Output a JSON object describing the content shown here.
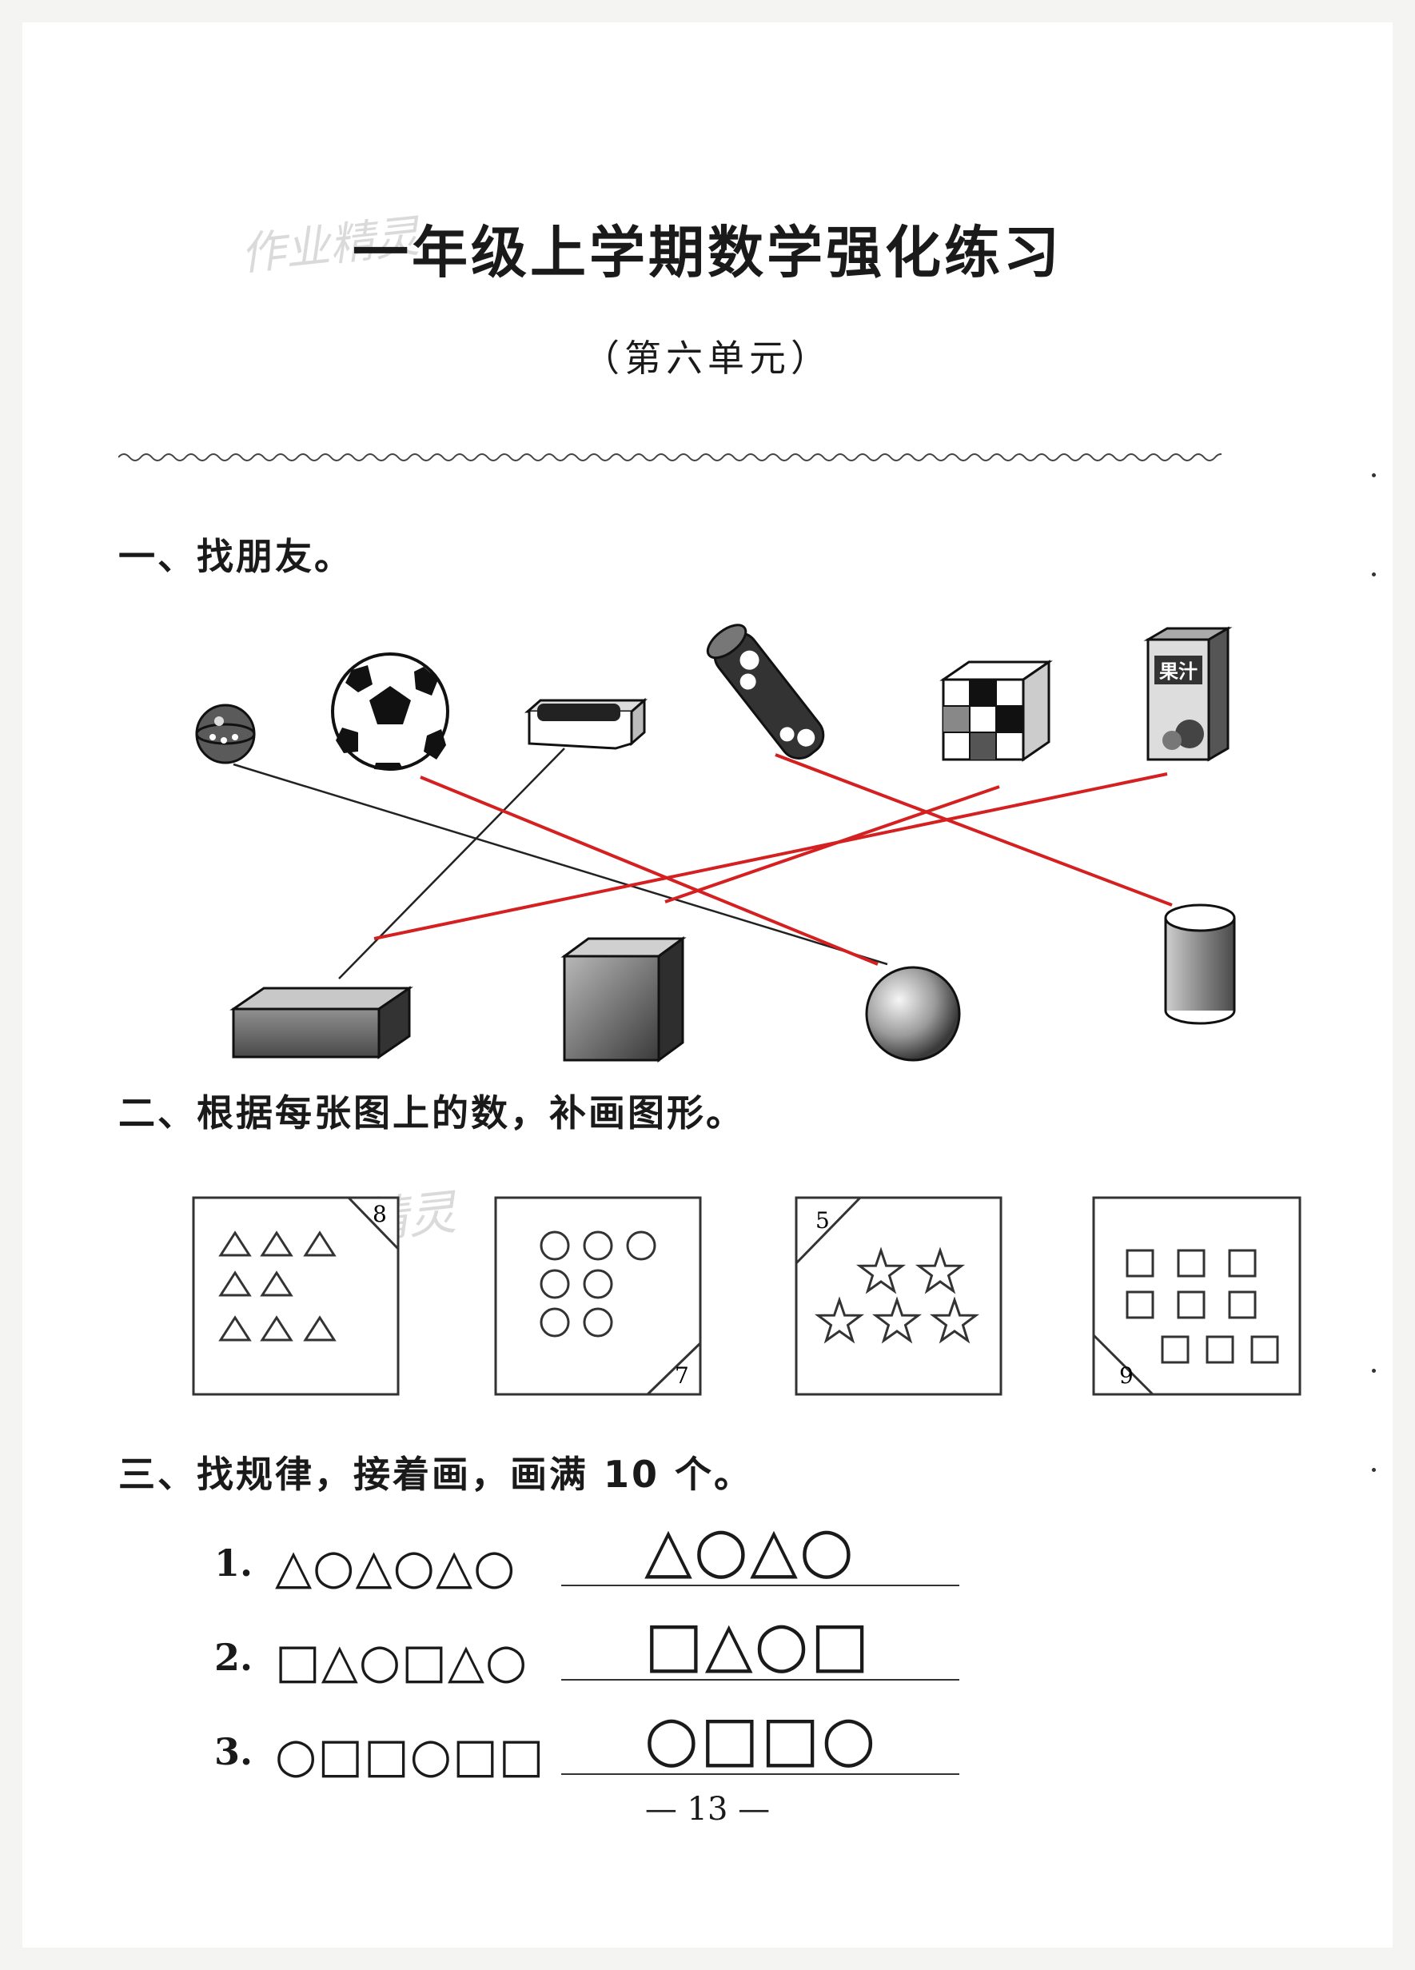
{
  "title": "一年级上学期数学强化练习",
  "subtitle": "（第六单元）",
  "watermark": "作业精灵",
  "section1": {
    "heading": "一、找朋友。",
    "juice_label": "果汁"
  },
  "section2": {
    "heading": "二、根据每张图上的数，补画图形。",
    "boxes": [
      {
        "number": "8",
        "shape": "triangle",
        "drawn": 8
      },
      {
        "number": "7",
        "shape": "circle",
        "drawn": 7
      },
      {
        "number": "5",
        "shape": "star",
        "drawn": 5
      },
      {
        "number": "9",
        "shape": "square",
        "drawn": 9
      }
    ]
  },
  "section3": {
    "heading": "三、找规律，接着画，画满 10 个。",
    "items": [
      {
        "number": "1.",
        "sequence": "△○△○△○",
        "answer": "△○△○"
      },
      {
        "number": "2.",
        "sequence": "□△○□△○",
        "answer": "□△○□"
      },
      {
        "number": "3.",
        "sequence": "○□□○□□",
        "answer": "○□□○"
      }
    ]
  },
  "page_number": "— 13 —",
  "colors": {
    "answer_line": "#d42020",
    "print_line": "#222222"
  }
}
